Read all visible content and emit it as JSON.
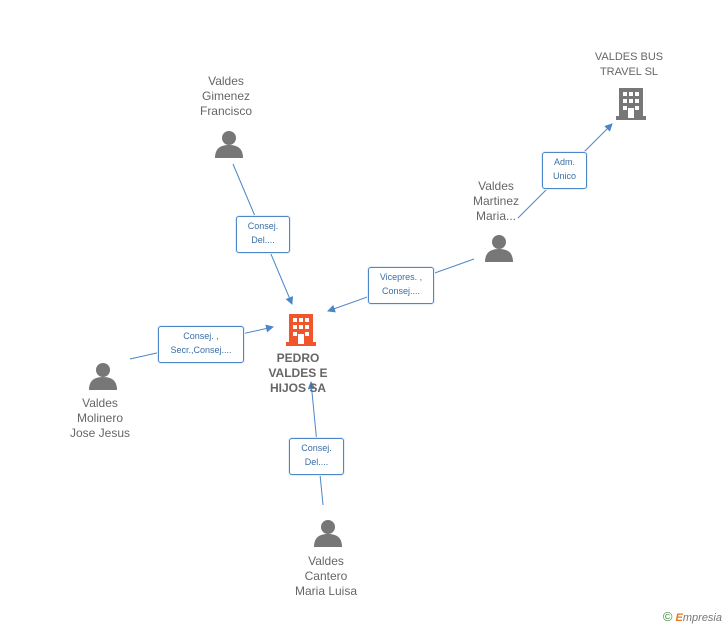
{
  "nodes": {
    "center": {
      "lines": [
        "PEDRO",
        "VALDES E",
        "HIJOS SA"
      ]
    },
    "valdes_bus": {
      "lines": [
        "VALDES BUS",
        "TRAVEL  SL"
      ]
    },
    "gimenez": {
      "lines": [
        "Valdes",
        "Gimenez",
        "Francisco"
      ]
    },
    "martinez": {
      "lines": [
        "Valdes",
        "Martinez",
        "Maria..."
      ]
    },
    "molinero": {
      "lines": [
        "Valdes",
        "Molinero",
        "Jose Jesus"
      ]
    },
    "cantero": {
      "lines": [
        "Valdes",
        "Cantero",
        "Maria Luisa"
      ]
    }
  },
  "relations": {
    "gimenez": [
      "Consej.",
      "Del...."
    ],
    "martinez": [
      "Vicepres. ,",
      "Consej...."
    ],
    "molinero": [
      "Consej. ,",
      "Secr.,Consej...."
    ],
    "cantero": [
      "Consej.",
      "Del...."
    ],
    "bus": [
      "Adm.",
      "Unico"
    ]
  },
  "footer": {
    "copyright": "©",
    "brand_initial": "E",
    "brand_rest": "mpresia"
  },
  "colors": {
    "center": "#f0562a",
    "node": "#777777",
    "link": "#4a86c8"
  }
}
